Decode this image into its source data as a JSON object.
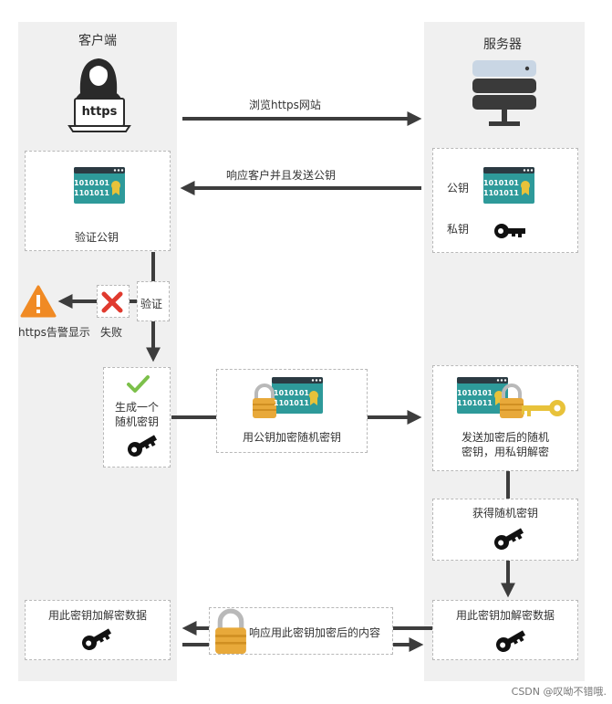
{
  "client": {
    "title": "客户端",
    "laptop_label": "https",
    "verify_pubkey_label": "验证公钥",
    "verify_label": "验证",
    "fail_label": "失败",
    "warning_label": "https告警显示",
    "generate_label_line1": "生成一个",
    "generate_label_line2": "随机密钥",
    "final_label": "用此密钥加解密数据"
  },
  "server": {
    "title": "服务器",
    "pubkey_label": "公钥",
    "privkey_label": "私钥",
    "decrypt_label_line1": "发送加密后的随机",
    "decrypt_label_line2": "密钥，用私钥解密",
    "obtain_label": "获得随机密钥",
    "final_label": "用此密钥加解密数据"
  },
  "middle": {
    "browse_label": "浏览https网站",
    "respond_label": "响应客户并且发送公钥",
    "encrypt_label": "用公钥加密随机密钥",
    "response_label": "响应用此密钥加密后的内容"
  },
  "cert": {
    "line1": "1010101",
    "line2": "1101011"
  },
  "footer": "CSDN @叹呦不错哦.",
  "colors": {
    "arrow": "#3d3d3d",
    "cert_bg": "#2e9a9a",
    "cert_header": "#2b3a42",
    "lock_gold": "#e8a93a",
    "warning_orange": "#f08a24",
    "fail_red": "#e03a2e",
    "check_green": "#7cc04a"
  }
}
